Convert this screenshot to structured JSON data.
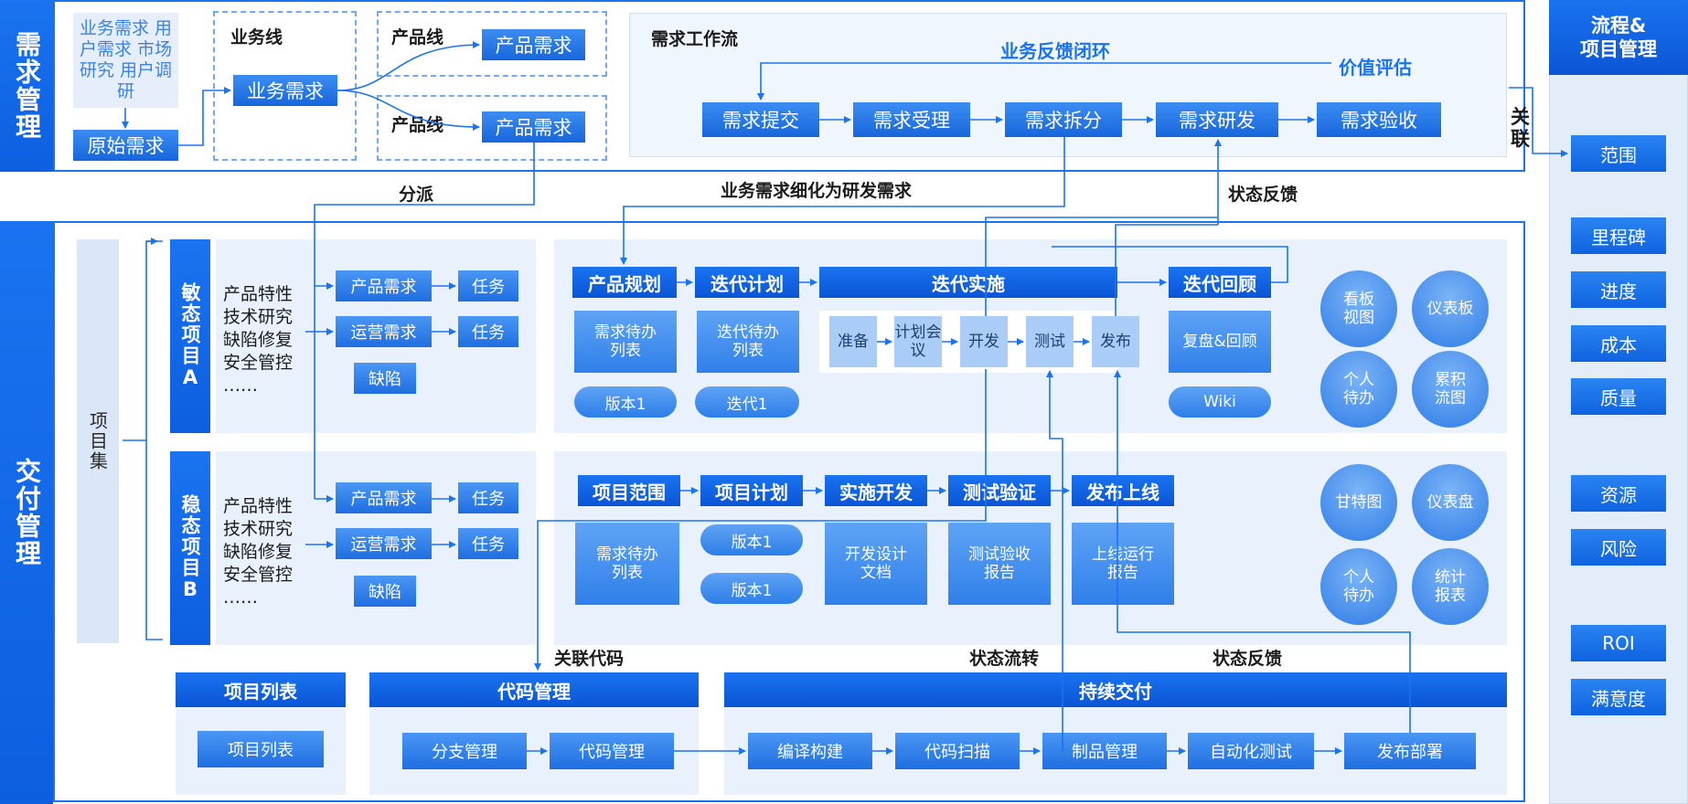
{
  "sections": {
    "requirement_mgmt": "需求管理",
    "delivery_mgmt": "交付管理",
    "side_title": "流程&\n项目管理",
    "relation": "关\n联"
  },
  "req": {
    "raw_sources": "业务需求 用户需求 市场研究 用户调研",
    "raw_req": "原始需求",
    "biz_line": "业务线",
    "biz_req": "业务需求",
    "product_line_1": "产品线",
    "product_req_1": "产品需求",
    "product_line_2": "产品线",
    "product_req_2": "产品需求",
    "workflow_title": "需求工作流",
    "feedback_loop": "业务反馈闭环",
    "value_eval": "价值评估",
    "steps": [
      "需求提交",
      "需求受理",
      "需求拆分",
      "需求研发",
      "需求验收"
    ]
  },
  "mid_labels": {
    "dispatch": "分派",
    "refine": "业务需求细化为研发需求",
    "status_feedback_top": "状态反馈",
    "link_code": "关联代码",
    "status_flow": "状态流转",
    "status_feedback_bottom": "状态反馈"
  },
  "delivery": {
    "project_set": "项目集",
    "agile": {
      "title": "敏态项目A",
      "items_text": "产品特性\n技术研究\n缺陷修复\n安全管控\n……",
      "product_req": "产品需求",
      "ops_req": "运营需求",
      "task1": "任务",
      "task2": "任务",
      "defect": "缺陷",
      "heads": [
        "产品规划",
        "迭代计划",
        "迭代实施",
        "迭代回顾"
      ],
      "backlog": "需求待办\n列表",
      "iter_backlog": "迭代待办\n列表",
      "stages": [
        "准备",
        "计划会\n议",
        "开发",
        "测试",
        "发布"
      ],
      "review": "复盘&回顾",
      "version": "版本1",
      "iteration": "迭代1",
      "wiki": "Wiki",
      "circles": [
        "看板\n视图",
        "仪表板",
        "个人\n待办",
        "累积\n流图"
      ]
    },
    "stable": {
      "title": "稳态项目B",
      "items_text": "产品特性\n技术研究\n缺陷修复\n安全管控\n……",
      "product_req": "产品需求",
      "ops_req": "运营需求",
      "task1": "任务",
      "task2": "任务",
      "defect": "缺陷",
      "heads": [
        "项目范围",
        "项目计划",
        "实施开发",
        "测试验证",
        "发布上线"
      ],
      "backlog": "需求待办\n列表",
      "version1": "版本1",
      "version2": "版本1",
      "dev_doc": "开发设计\n文档",
      "test_report": "测试验收\n报告",
      "release_report": "上线运行\n报告",
      "circles": [
        "甘特图",
        "仪表盘",
        "个人\n待办",
        "统计\n报表"
      ]
    },
    "bottom": {
      "project_list_title": "项目列表",
      "project_list_item": "项目列表",
      "code_title": "代码管理",
      "branch": "分支管理",
      "code": "代码管理",
      "cd_title": "持续交付",
      "cd_steps": [
        "编译构建",
        "代码扫描",
        "制品管理",
        "自动化测试",
        "发布部署"
      ]
    }
  },
  "side_items": [
    "范围",
    "里程碑",
    "进度",
    "成本",
    "质量",
    "资源",
    "风险",
    "ROI",
    "满意度"
  ],
  "colors": {
    "primary": "#1a73f0",
    "light_panel": "#e9f1fc",
    "stage": "#a9cdf6"
  }
}
